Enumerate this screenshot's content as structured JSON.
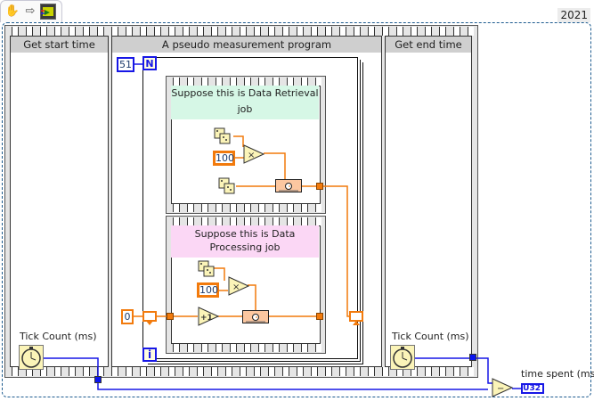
{
  "toolbar": {
    "icons": [
      "hand-tool-icon",
      "arrow-right-icon",
      "vi-icon"
    ]
  },
  "version_label": "2021",
  "frames": [
    {
      "label": "Get start time"
    },
    {
      "label": "A pseudo measurement program"
    },
    {
      "label": "Get end time"
    }
  ],
  "for_loop": {
    "count_constant": "51",
    "count_terminal": "N",
    "iteration_terminal": "i",
    "shift_register_init": "0"
  },
  "inner_frames": [
    {
      "comment": "Suppose this is Data Retrieval job",
      "constant": "100",
      "multiply_op": "×",
      "icon": "wait-ms-icon"
    },
    {
      "comment": "Suppose this is Data Processing job",
      "constant": "100",
      "multiply_op": "×",
      "increment_op": "+1",
      "icon": "wait-ms-icon"
    }
  ],
  "tick_count_start": {
    "label": "Tick Count (ms)"
  },
  "tick_count_end": {
    "label": "Tick Count (ms)"
  },
  "subtract_op": "−",
  "output": {
    "label": "time spent (ms)",
    "type": "U32"
  },
  "colors": {
    "wire_integer": "#1717e6",
    "wire_numeric": "#f27a0c",
    "selection": "#1d5b8f",
    "comment_green": "#d6f7e6",
    "comment_pink": "#fbd7f5"
  }
}
